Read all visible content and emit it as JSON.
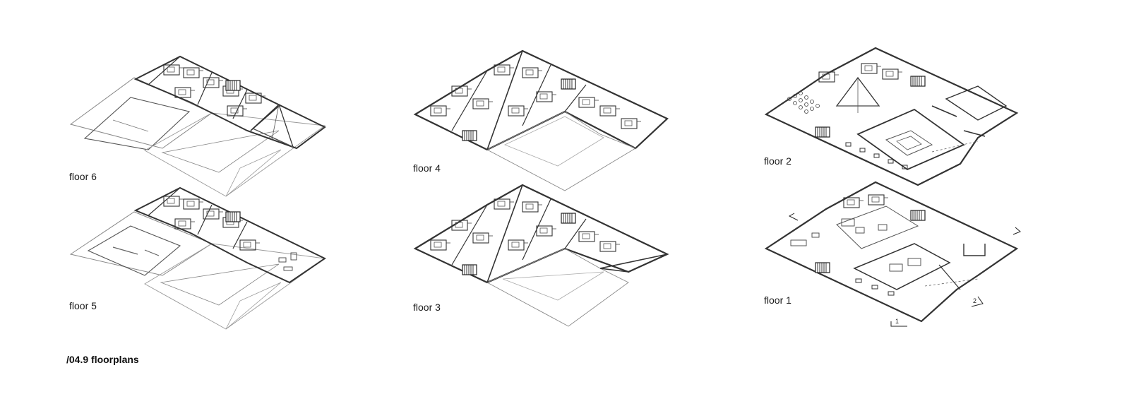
{
  "sheet": {
    "title": "/04.9 floorplans",
    "colors": {
      "ink": "#2b2b2b",
      "thin": "#8a8a8a",
      "paper": "#ffffff"
    }
  },
  "plans": [
    {
      "id": "floor-6",
      "label": "floor 6"
    },
    {
      "id": "floor-5",
      "label": "floor 5"
    },
    {
      "id": "floor-4",
      "label": "floor 4"
    },
    {
      "id": "floor-3",
      "label": "floor 3"
    },
    {
      "id": "floor-2",
      "label": "floor 2"
    },
    {
      "id": "floor-1",
      "label": "floor 1"
    }
  ],
  "section_marks": [
    {
      "id": "section-1",
      "text": "1"
    },
    {
      "id": "section-2",
      "text": "2"
    }
  ]
}
